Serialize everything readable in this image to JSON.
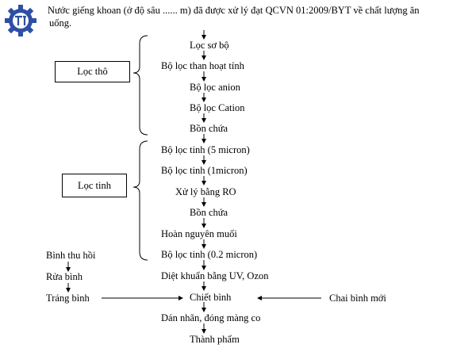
{
  "intro": {
    "line1": "Nước giếng khoan (ở độ sâu ...... m) đã được xử lý đạt QCVN 01:2009/BYT về chất lượng ăn",
    "line2": "uống."
  },
  "stage_labels": {
    "coarse": "Lọc thô",
    "fine": "Lọc tinh"
  },
  "steps": [
    "Lọc sơ bộ",
    "Bộ lọc than hoạt tính",
    "Bộ lọc anion",
    "Bộ lọc Cation",
    "Bồn chứa",
    "Bộ lọc tinh (5 micron)",
    "Bộ lọc tinh (1micron)",
    "Xử lý bằng RO",
    "Bồn chứa",
    "Hoàn nguyên muối",
    "Bộ lọc tinh (0.2 micron)",
    "Diệt khuẩn bằng UV, Ozon",
    "Chiết bình",
    "Dán nhãn, đóng màng co",
    "Thành phẩm"
  ],
  "bottle_branch": [
    "Bình thu hồi",
    "Rửa bình",
    "Tráng bình"
  ],
  "new_bottle": "Chai bình mới"
}
